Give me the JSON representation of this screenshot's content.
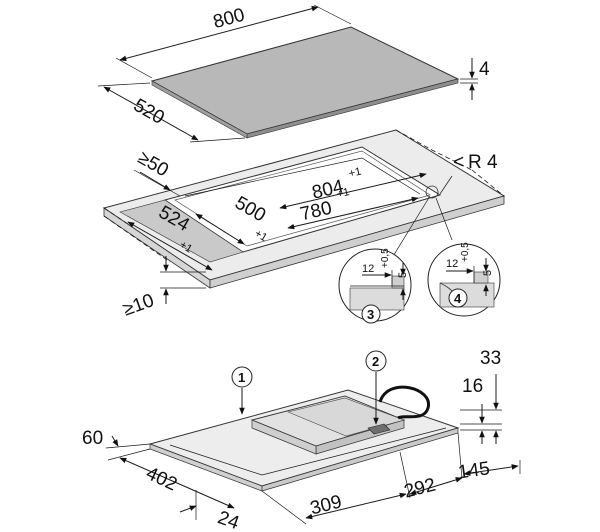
{
  "top_panel": {
    "width": "800",
    "depth": "520",
    "thickness": "4"
  },
  "cutout": {
    "min_edge": "≥50",
    "radius": "R 4",
    "radius_prefix": "<",
    "outer_width": "804",
    "outer_width_tol": "+1",
    "inner_width": "780",
    "inner_width_tol": "+1",
    "outer_depth": "524",
    "outer_depth_tol": "+1",
    "inner_depth": "500",
    "inner_depth_tol": "+1",
    "min_thickness": "≥10"
  },
  "detail_3": {
    "marker": "3",
    "width": "12",
    "height": "5",
    "tol": "+0,5"
  },
  "detail_4": {
    "marker": "4",
    "width": "12",
    "height": "5",
    "tol": "+0,5"
  },
  "bottom_unit": {
    "marker_1": "1",
    "marker_2": "2",
    "d33": "33",
    "d16": "16",
    "d60": "60",
    "d402": "402",
    "d24": "24",
    "d309": "309",
    "d292": "292",
    "d145": "145"
  }
}
